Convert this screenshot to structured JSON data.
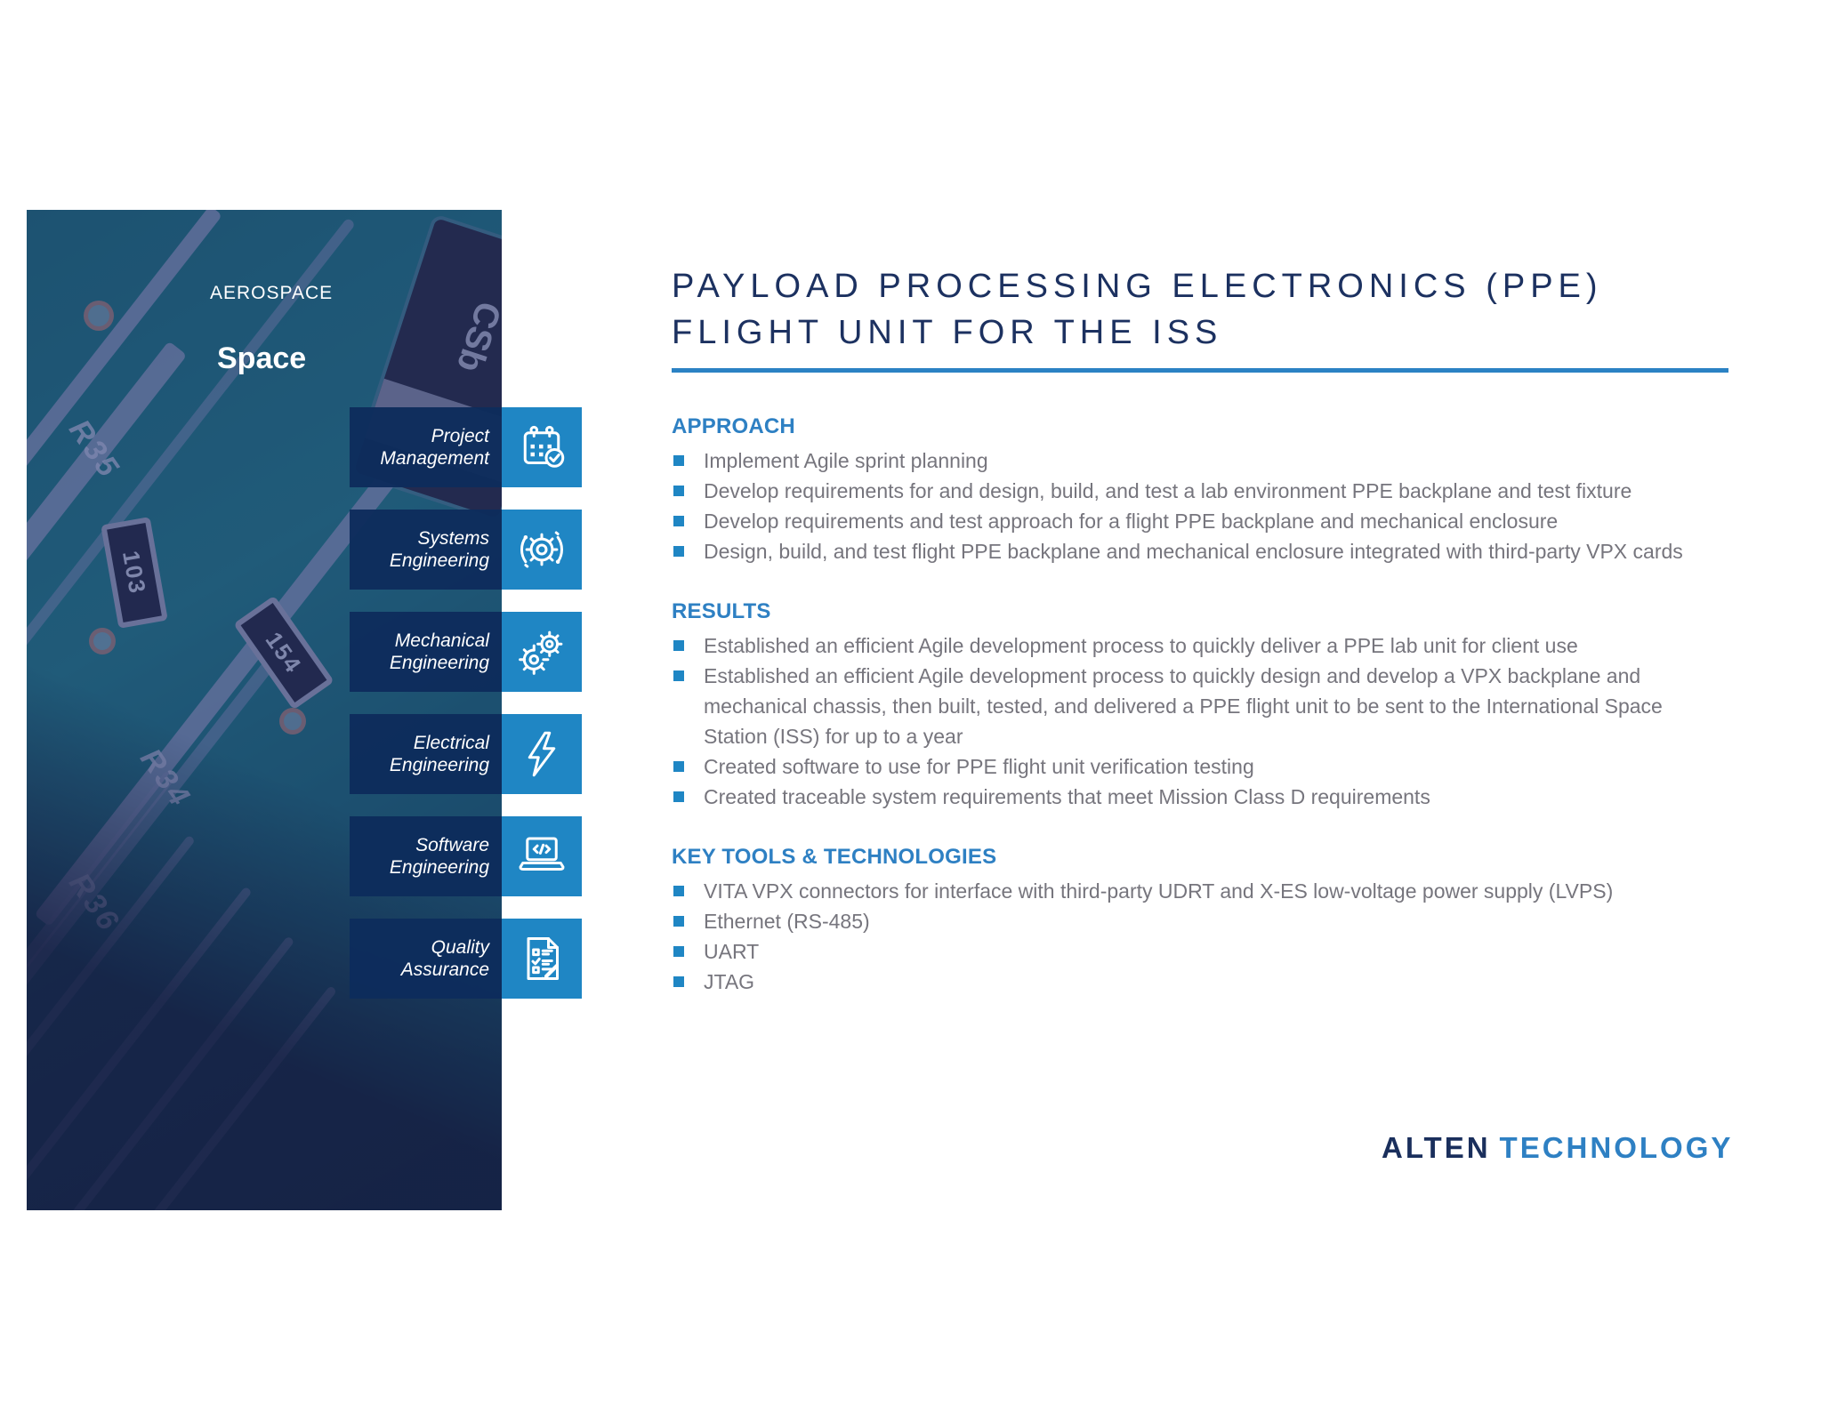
{
  "sidebar": {
    "category_label": "AEROSPACE",
    "domain_label": "Space",
    "items": [
      {
        "label": "Project Management",
        "icon": "calendar-check-icon"
      },
      {
        "label": "Systems Engineering",
        "icon": "gear-orbit-icon"
      },
      {
        "label": "Mechanical Engineering",
        "icon": "gears-icon"
      },
      {
        "label": "Electrical Engineering",
        "icon": "lightning-bolt-icon"
      },
      {
        "label": "Software Engineering",
        "icon": "laptop-code-icon"
      },
      {
        "label": "Quality Assurance",
        "icon": "checklist-pencil-icon"
      }
    ],
    "photo": {
      "component_labels": [
        "103",
        "154"
      ],
      "silkscreen_labels": [
        "R35",
        "R34",
        "R36"
      ],
      "diode_marking": "CSb"
    }
  },
  "main": {
    "title_line1": "PAYLOAD PROCESSING ELECTRONICS (PPE)",
    "title_line2": "FLIGHT UNIT FOR THE ISS",
    "sections": [
      {
        "heading": "APPROACH",
        "bullets": [
          "Implement Agile sprint planning",
          "Develop requirements for and design, build, and test a lab environment PPE backplane and test fixture",
          "Develop requirements and test approach for a flight PPE backplane and mechanical enclosure",
          "Design, build, and test flight PPE backplane and mechanical enclosure integrated with third-party VPX cards"
        ]
      },
      {
        "heading": "RESULTS",
        "bullets": [
          "Established an efficient Agile development process to quickly deliver a PPE lab unit for client use",
          "Established an efficient Agile development process to quickly design and develop a VPX backplane and mechanical chassis, then built, tested, and delivered a PPE flight unit to be sent to the International Space Station (ISS) for up to a year",
          "Created software to use for PPE flight unit verification testing",
          "Created traceable system requirements that meet Mission Class D requirements"
        ]
      },
      {
        "heading": "KEY TOOLS & TECHNOLOGIES",
        "bullets": [
          "VITA VPX connectors for interface with third-party UDRT and X-ES low-voltage power supply (LVPS)",
          "Ethernet (RS-485)",
          "UART",
          "JTAG"
        ]
      }
    ]
  },
  "footer": {
    "logo_primary": "ALTEN",
    "logo_secondary": "TECHNOLOGY"
  },
  "colors": {
    "title_navy": "#1c3160",
    "heading_blue": "#2e80c3",
    "rule_blue": "#2b82c4",
    "icon_box_blue": "#1f86c4",
    "label_block_navy": "#0d2c5c",
    "body_gray": "#76757d"
  }
}
